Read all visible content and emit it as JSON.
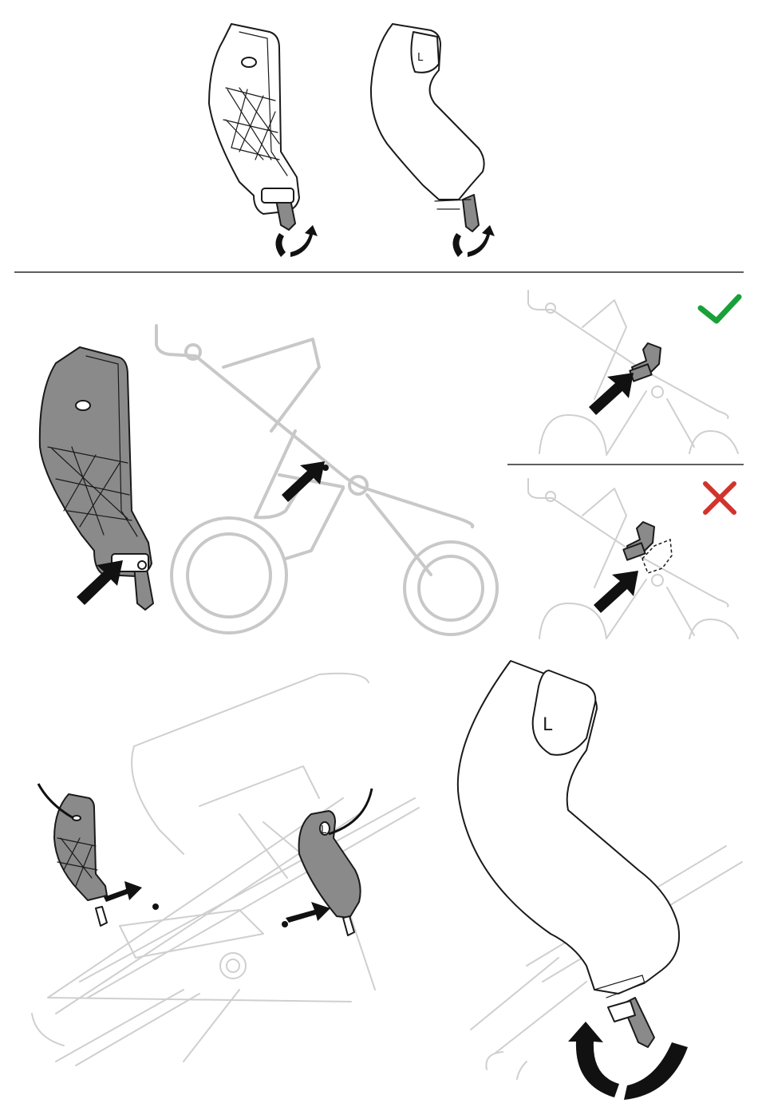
{
  "panels": {
    "top": {
      "adapter_left": {
        "side_marker": ""
      },
      "adapter_right": {
        "side_marker": "L"
      }
    },
    "correct_indicator": {
      "icon": "checkmark-icon",
      "color": "#1aa039"
    },
    "incorrect_indicator": {
      "icon": "cross-icon",
      "color": "#d0342c"
    },
    "bottom_right": {
      "side_marker": "L"
    },
    "bottom_left": {
      "side_marker": "L"
    }
  },
  "colors": {
    "outline": "#1a1a1a",
    "frame": "#c8c8c8",
    "highlight_grey": "#8a8a8a",
    "arrow": "#111111",
    "divider": "#2a2a2a"
  }
}
